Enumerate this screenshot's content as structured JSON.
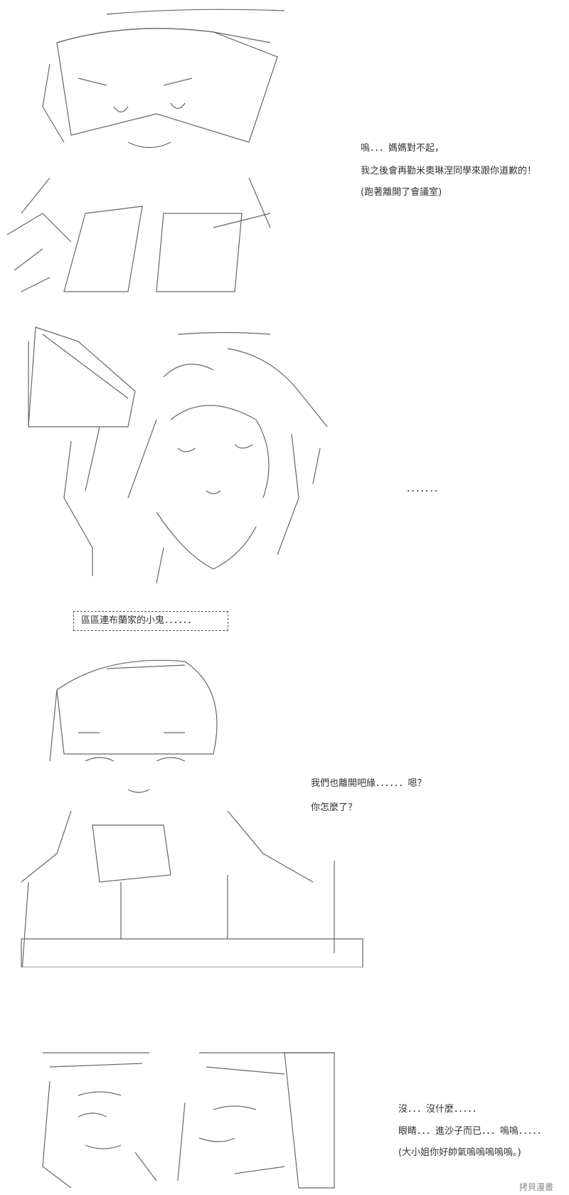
{
  "panels": [
    {
      "lines": [
        "嗚．．．媽媽對不起，",
        "我之後會再勸米奧琳涅同學來跟你道歉的！",
        "(跑著離開了會議室)"
      ]
    },
    {
      "lines": [
        "．．．．．．．"
      ],
      "caption_box": "區區連布蘭家的小鬼．．．．．．"
    },
    {
      "lines": [
        "我們也離開吧緣．．．．．．嗯？",
        "你怎麼了？"
      ]
    },
    {
      "lines": [
        "沒．．．沒什麼．．．．．",
        "眼睛．．．進沙子而已．．．嗚嗚．．．．．",
        "(大小姐你好帥氣嗚嗚嗚嗚嗚。)"
      ]
    }
  ],
  "watermark": "拷貝漫畫"
}
